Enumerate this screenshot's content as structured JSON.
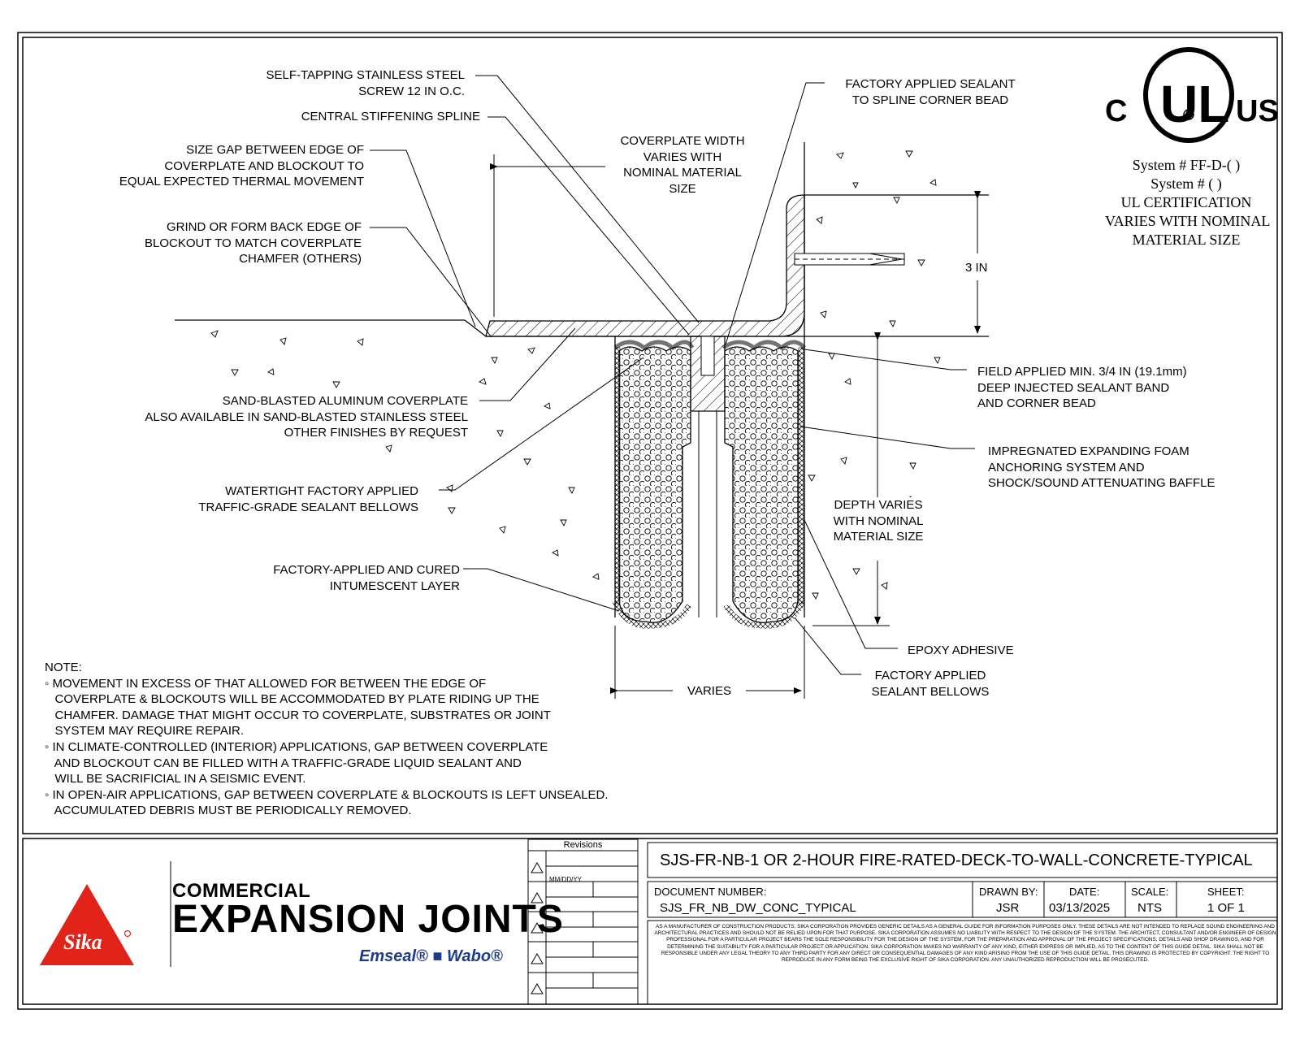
{
  "labels": {
    "screw": [
      "SELF-TAPPING STAINLESS STEEL",
      "SCREW 12 IN O.C."
    ],
    "spline": [
      "CENTRAL STIFFENING SPLINE"
    ],
    "gap": [
      "SIZE GAP BETWEEN EDGE OF",
      "COVERPLATE AND BLOCKOUT TO",
      "EQUAL EXPECTED THERMAL MOVEMENT"
    ],
    "grind": [
      "GRIND OR FORM BACK EDGE OF",
      "BLOCKOUT TO MATCH COVERPLATE",
      "CHAMFER (OTHERS)"
    ],
    "coverplate_width": [
      "COVERPLATE WIDTH",
      "VARIES WITH",
      "NOMINAL MATERIAL",
      "SIZE"
    ],
    "factory_sealant": [
      "FACTORY APPLIED SEALANT",
      "TO SPLINE CORNER BEAD"
    ],
    "height": "3 IN",
    "aluminum": [
      "SAND-BLASTED ALUMINUM COVERPLATE",
      "ALSO AVAILABLE IN SAND-BLASTED STAINLESS STEEL",
      "OTHER FINISHES BY REQUEST"
    ],
    "bellows": [
      "WATERTIGHT FACTORY APPLIED",
      "TRAFFIC-GRADE SEALANT BELLOWS"
    ],
    "intumescent": [
      "FACTORY-APPLIED AND CURED",
      "INTUMESCENT LAYER"
    ],
    "field_sealant": [
      "FIELD APPLIED MIN. 3/4 IN (19.1mm)",
      "DEEP INJECTED SEALANT BAND",
      "AND CORNER BEAD"
    ],
    "foam": [
      "IMPREGNATED EXPANDING FOAM",
      "ANCHORING SYSTEM AND",
      "SHOCK/SOUND ATTENUATING BAFFLE"
    ],
    "depth": [
      "DEPTH VARIES",
      "WITH NOMINAL",
      "MATERIAL SIZE"
    ],
    "epoxy": "EPOXY ADHESIVE",
    "factory_bellows": [
      "FACTORY APPLIED",
      "SEALANT BELLOWS"
    ],
    "varies": "VARIES"
  },
  "ul": {
    "mark_c": "C",
    "mark_ul": "UL",
    "mark_r": "R",
    "mark_us": "US",
    "lines": [
      "System # FF-D-(  )",
      "System # (  )",
      "UL CERTIFICATION",
      "VARIES WITH NOMINAL",
      "MATERIAL SIZE"
    ]
  },
  "notes": {
    "heading": "NOTE:",
    "lines": [
      "◦ MOVEMENT IN EXCESS OF THAT ALLOWED FOR BETWEEN THE EDGE OF",
      "   COVERPLATE & BLOCKOUTS WILL BE ACCOMMODATED BY PLATE RIDING UP THE",
      "   CHAMFER. DAMAGE THAT MIGHT OCCUR TO COVERPLATE, SUBSTRATES OR JOINT",
      "   SYSTEM MAY REQUIRE REPAIR.",
      "◦ IN CLIMATE-CONTROLLED (INTERIOR) APPLICATIONS, GAP BETWEEN COVERPLATE",
      "   AND BLOCKOUT CAN BE FILLED WITH A TRAFFIC-GRADE LIQUID SEALANT AND",
      "   WILL BE SACRIFICIAL IN A SEISMIC EVENT.",
      "◦ IN OPEN-AIR APPLICATIONS, GAP BETWEEN COVERPLATE & BLOCKOUTS IS LEFT UNSEALED.",
      "   ACCUMULATED DEBRIS MUST BE PERIODICALLY REMOVED."
    ]
  },
  "titleblock": {
    "title": "SJS-FR-NB-1 OR 2-HOUR FIRE-RATED-DECK-TO-WALL-CONCRETE-TYPICAL",
    "doc_number_label": "DOCUMENT NUMBER:",
    "doc_number": "SJS_FR_NB_DW_CONC_TYPICAL",
    "drawn_by_label": "DRAWN BY:",
    "drawn_by": "JSR",
    "date_label": "DATE:",
    "date": "03/13/2025",
    "scale_label": "SCALE:",
    "scale": "NTS",
    "sheet_label": "SHEET:",
    "sheet": "1 OF 1",
    "revisions_label": "Revisions",
    "rev_date_placeholder": "MM/DD/YY",
    "disclaimer": "AS A MANUFACTURER OF CONSTRUCTION PRODUCTS, SIKA CORPORATION PROVIDES GENERIC DETAILS AS A GENERAL GUIDE FOR INFORMATION PURPOSES ONLY. THESE DETAILS ARE NOT INTENDED TO REPLACE SOUND ENGINEERING AND ARCHITECTURAL PRACTICES AND SHOULD NOT BE RELIED UPON FOR THAT PURPOSE. SIKA CORPORATION ASSUMES NO LIABILITY WITH RESPECT TO THE DESIGN OF THE SYSTEM. THE ARCHITECT, CONSULTANT AND/OR ENGINEER OF DESIGN PROFESSIONAL FOR A PARTICULAR PROJECT BEARS THE SOLE RESPONSIBILITY FOR THE DESIGN OF THE SYSTEM, FOR THE PREPARATION AND APPROVAL OF THE PROJECT SPECIFICATIONS, DETAILS AND SHOP DRAWINGS, AND FOR DETERMINING THE SUITABILITY FOR A PARTICULAR PROJECT OR APPLICATION. SIKA CORPORATION MAKES NO WARRANTY OF ANY KIND, EITHER EXPRESS OR IMPLIED, AS TO THE CONTENT OF THIS GUIDE DETAIL. SIKA SHALL NOT BE RESPONSIBLE UNDER ANY LEGAL THEORY TO ANY THIRD PARTY FOR ANY DIRECT OR CONSEQUENTIAL DAMAGES OF ANY KIND ARISING FROM THE USE OF THIS GUIDE DETAIL. THIS DRAWING IS PROTECTED BY COPYRIGHT. THE RIGHT TO REPRODUCE IN ANY FORM BEING THE EXCLUSIVE RIGHT OF SIKA CORPORATION. ANY UNAUTHORIZED REPRODUCTION WILL BE PROSECUTED."
  },
  "brand": {
    "logo_text": "Sika",
    "line1": "COMMERCIAL",
    "line2": "EXPANSION JOINTS",
    "line3": "Emseal® ■ Wabo®",
    "logo_color": "#e2231a"
  }
}
